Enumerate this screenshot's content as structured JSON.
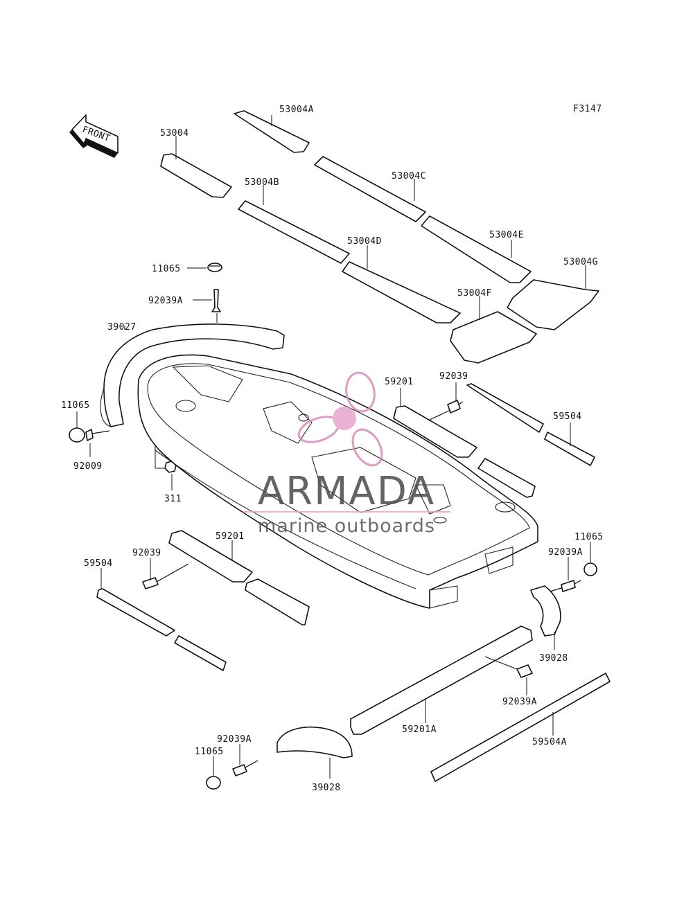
{
  "diagram": {
    "figure_code": "F3147",
    "front_arrow_label": "FRONT",
    "labels": {
      "p53004A": "53004A",
      "p53004": "53004",
      "p53004C": "53004C",
      "p53004B": "53004B",
      "p53004E": "53004E",
      "p53004D": "53004D",
      "p53004G": "53004G",
      "p53004F": "53004F",
      "p11065_top": "11065",
      "p92039A_top": "92039A",
      "p39027": "39027",
      "p11065_left": "11065",
      "p92009": "92009",
      "p311": "311",
      "p59201_right": "59201",
      "p92039_right": "92039",
      "p59504_right": "59504",
      "p59201_left": "59201",
      "p92039_left": "92039",
      "p59504_left": "59504",
      "p11065_right": "11065",
      "p92039A_right": "92039A",
      "p39028_right": "39028",
      "p92039A_mid": "92039A",
      "p59201A": "59201A",
      "p59504A": "59504A",
      "p92039A_bottom": "92039A",
      "p11065_bottom": "11065",
      "p39028_bottom": "39028"
    }
  },
  "watermark": {
    "brand": "ARMADA",
    "tagline": "marine outboards",
    "colors": {
      "logo_pink": "#d98bb8",
      "logo_fill": "#e8a6cc",
      "text_gray": "#4a4a4a"
    }
  }
}
